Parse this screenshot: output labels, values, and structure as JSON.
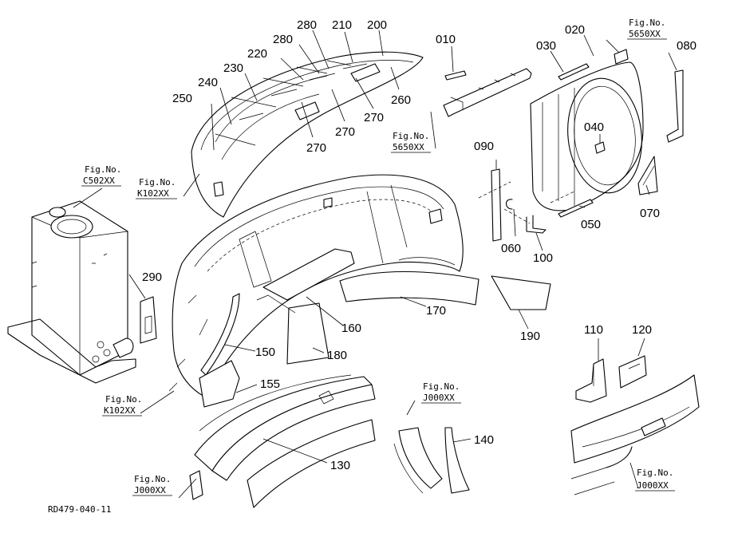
{
  "drawing_code": "RD479-040-11",
  "callouts": [
    {
      "id": "c010",
      "label": "010"
    },
    {
      "id": "c020",
      "label": "020"
    },
    {
      "id": "c030",
      "label": "030"
    },
    {
      "id": "c040",
      "label": "040"
    },
    {
      "id": "c050",
      "label": "050"
    },
    {
      "id": "c060",
      "label": "060"
    },
    {
      "id": "c070",
      "label": "070"
    },
    {
      "id": "c080",
      "label": "080"
    },
    {
      "id": "c090",
      "label": "090"
    },
    {
      "id": "c100",
      "label": "100"
    },
    {
      "id": "c110",
      "label": "110"
    },
    {
      "id": "c120",
      "label": "120"
    },
    {
      "id": "c130",
      "label": "130"
    },
    {
      "id": "c140",
      "label": "140"
    },
    {
      "id": "c150",
      "label": "150"
    },
    {
      "id": "c155",
      "label": "155"
    },
    {
      "id": "c160",
      "label": "160"
    },
    {
      "id": "c170",
      "label": "170"
    },
    {
      "id": "c180",
      "label": "180"
    },
    {
      "id": "c190",
      "label": "190"
    },
    {
      "id": "c200",
      "label": "200"
    },
    {
      "id": "c210",
      "label": "210"
    },
    {
      "id": "c220",
      "label": "220"
    },
    {
      "id": "c230",
      "label": "230"
    },
    {
      "id": "c240",
      "label": "240"
    },
    {
      "id": "c250",
      "label": "250"
    },
    {
      "id": "c260",
      "label": "260"
    },
    {
      "id": "c270a",
      "label": "270"
    },
    {
      "id": "c270b",
      "label": "270"
    },
    {
      "id": "c270c",
      "label": "270"
    },
    {
      "id": "c280a",
      "label": "280"
    },
    {
      "id": "c280b",
      "label": "280"
    },
    {
      "id": "c290",
      "label": "290"
    }
  ],
  "fig_refs": [
    {
      "id": "r1",
      "title": "Fig.No.",
      "code": "5650XX"
    },
    {
      "id": "r2",
      "title": "Fig.No.",
      "code": "5650XX"
    },
    {
      "id": "r3",
      "title": "Fig.No.",
      "code": "C502XX"
    },
    {
      "id": "r4",
      "title": "Fig.No.",
      "code": "K102XX"
    },
    {
      "id": "r5",
      "title": "Fig.No.",
      "code": "K102XX"
    },
    {
      "id": "r6",
      "title": "Fig.No.",
      "code": "J000XX"
    },
    {
      "id": "r7",
      "title": "Fig.No.",
      "code": "J000XX"
    },
    {
      "id": "r8",
      "title": "Fig.No.",
      "code": "J000XX"
    }
  ]
}
